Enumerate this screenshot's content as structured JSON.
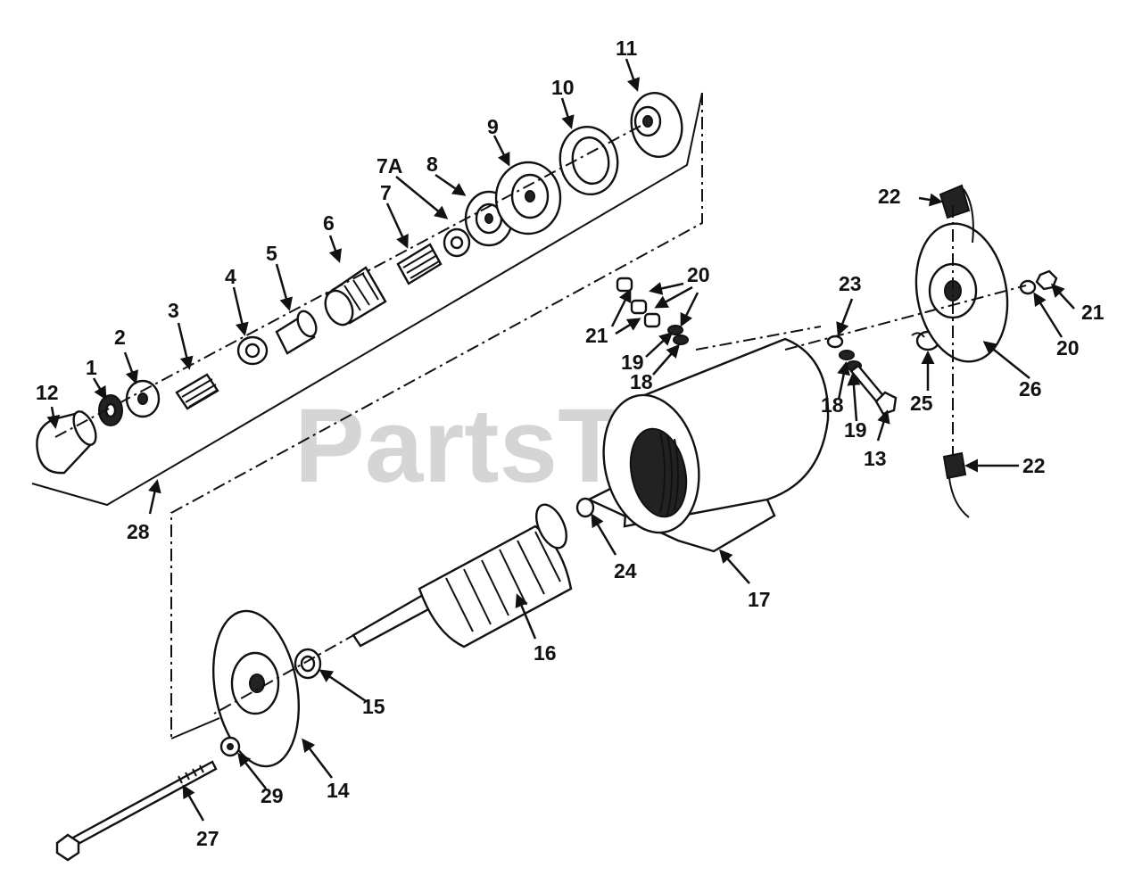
{
  "watermark": "PartsTree",
  "colors": {
    "ink": "#111111",
    "background": "#ffffff",
    "watermark": "#c8c8c8"
  },
  "callouts": {
    "c1": "1",
    "c2": "2",
    "c3": "3",
    "c4": "4",
    "c5": "5",
    "c6": "6",
    "c7": "7",
    "c7a": "7A",
    "c8": "8",
    "c9": "9",
    "c10": "10",
    "c11": "11",
    "c12": "12",
    "c13": "13",
    "c14": "14",
    "c15": "15",
    "c16": "16",
    "c17": "17",
    "c18": "18",
    "c19": "19",
    "c20": "20",
    "c21": "21",
    "c22": "22",
    "c23": "23",
    "c24": "24",
    "c25": "25",
    "c26": "26",
    "c27": "27",
    "c28": "28",
    "c29": "29"
  }
}
